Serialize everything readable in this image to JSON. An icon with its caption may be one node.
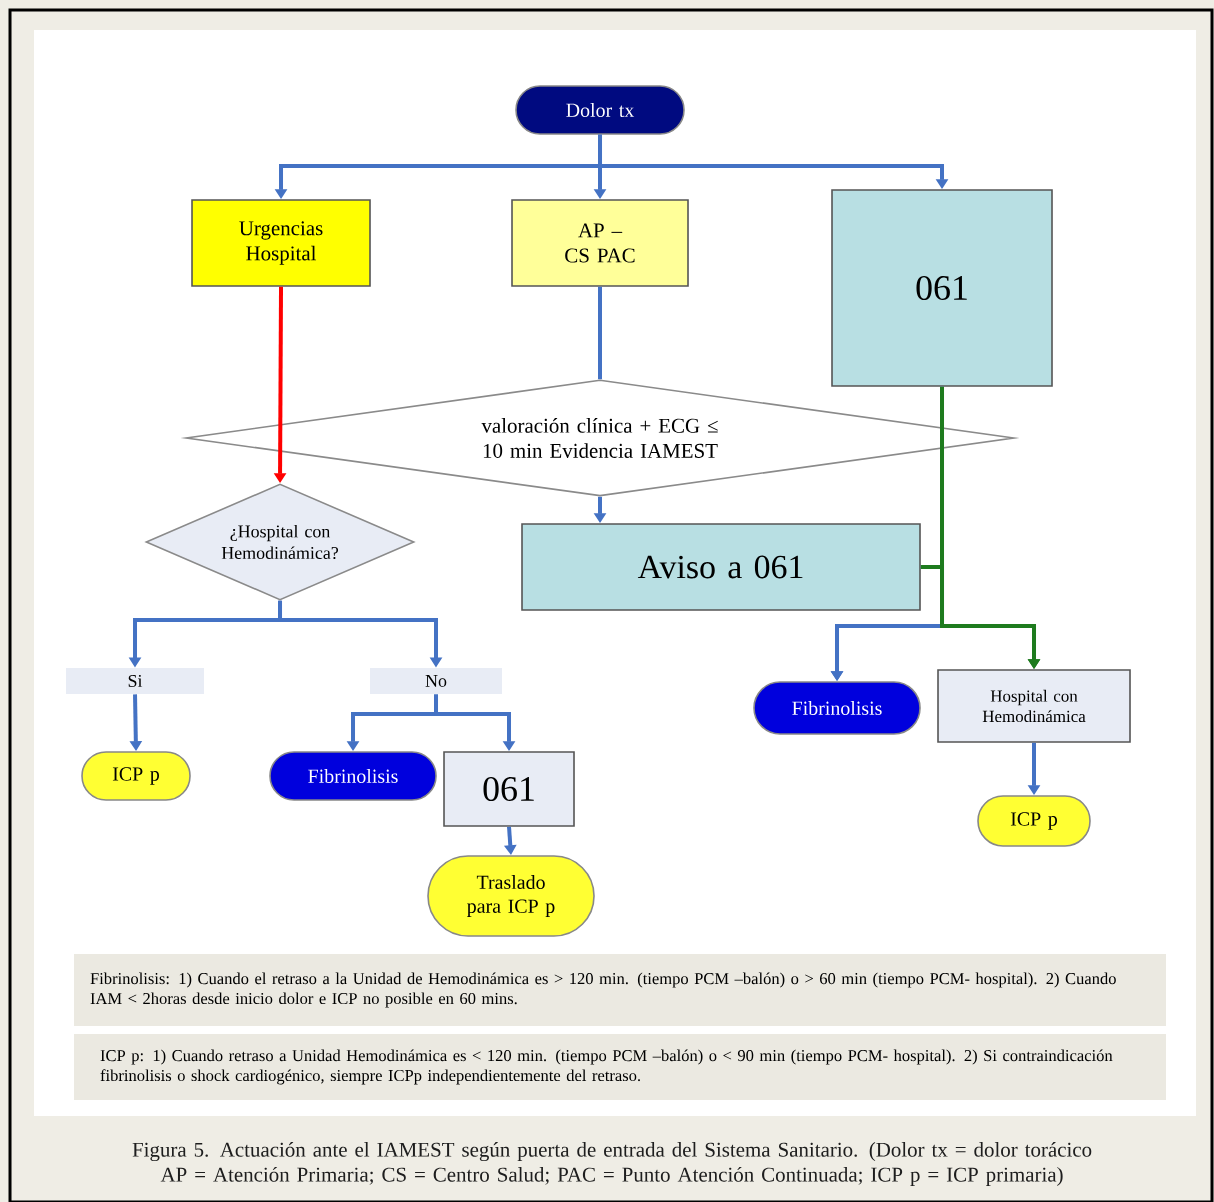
{
  "diagram": {
    "caption": "Figura 5. Actuación ante el IAMEST según puerta de entrada del Sistema Sanitario. (Dolor tx = dolor torácico AP = Atención Primaria; CS = Centro Salud; PAC = Punto Atención Continuada; ICP p = ICP primaria)",
    "nodes": [
      {
        "text": [
          "Dolor tx"
        ]
      },
      {
        "text": [
          "Urgencias Hospital"
        ]
      },
      {
        "text": [
          "AP – CS PAC"
        ]
      },
      {
        "text": [
          "061"
        ]
      },
      {
        "text": [
          "valoración clínica + ECG ≤ 10 min Evidencia IAMEST"
        ]
      },
      {
        "text": [
          "¿Hospital con Hemodinámica?"
        ]
      },
      {
        "text": [
          "Aviso a 061"
        ]
      },
      {
        "text": [
          "Si"
        ]
      },
      {
        "text": [
          "No"
        ]
      },
      {
        "text": [
          "ICP p"
        ]
      },
      {
        "text": [
          "Fibrinolisis"
        ]
      },
      {
        "text": [
          "061"
        ]
      },
      {
        "text": [
          "Traslado para ICP p"
        ]
      },
      {
        "text": [
          "Fibrinolisis"
        ]
      },
      {
        "text": [
          "Hospital con Hemodinámica"
        ]
      },
      {
        "text": [
          "ICP p"
        ]
      },
      {
        "text": [
          "Fibrinolisis: 1) Cuando el retraso a la Unidad de Hemodinámica es > 120 min. (tiempo PCM –balón) o > 60 min (tiempo PCM- hospital). 2) Cuando IAM < 2horas desde inicio dolor e ICP no posible en 60 mins."
        ]
      },
      {
        "text": [
          "ICP p: 1) Cuando retraso a Unidad Hemodinámica es < 120 min. (tiempo PCM –balón) o < 90 min (tiempo PCM- hospital). 2) Si contraindicación fibrinolisis o shock cardiogénico, siempre ICPp independientemente del retraso."
        ]
      }
    ],
    "edges": [
      {
        "from": 0,
        "to": 1,
        "arrow": "to"
      },
      {
        "from": 0,
        "to": 2,
        "arrow": "to"
      },
      {
        "from": 0,
        "to": 3,
        "arrow": "to"
      },
      {
        "from": 1,
        "to": 5,
        "arrow": "to",
        "color": "#ff0000"
      },
      {
        "from": 2,
        "to": 4,
        "arrow": "none"
      },
      {
        "from": 4,
        "to": 6,
        "arrow": "to"
      },
      {
        "from": 5,
        "to": 7,
        "arrow": "to"
      },
      {
        "from": 5,
        "to": 8,
        "arrow": "to"
      },
      {
        "from": 7,
        "to": 9,
        "arrow": "to"
      },
      {
        "from": 8,
        "to": 10,
        "arrow": "to"
      },
      {
        "from": 8,
        "to": 11,
        "arrow": "to"
      },
      {
        "from": 11,
        "to": 12,
        "arrow": "to"
      },
      {
        "from": 3,
        "to": 13,
        "arrow": "to"
      },
      {
        "from": 3,
        "to": 14,
        "arrow": "to",
        "color": "#1e7b1e"
      },
      {
        "from": 6,
        "to": 13,
        "arrow": "to"
      },
      {
        "from": 6,
        "to": 14,
        "arrow": "to",
        "color": "#1e7b1e"
      },
      {
        "from": 14,
        "to": 15,
        "arrow": "to"
      }
    ]
  }
}
